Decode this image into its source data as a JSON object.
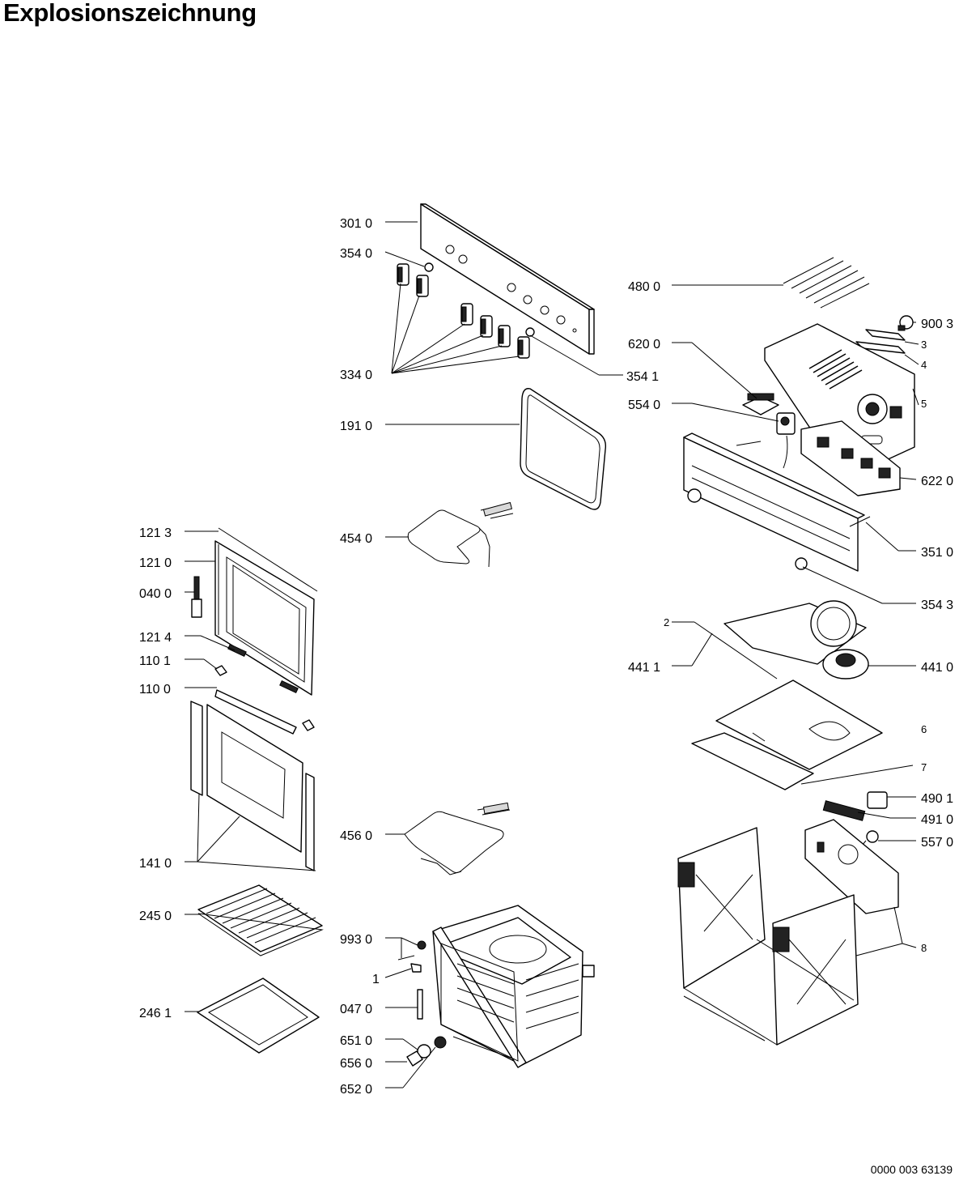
{
  "title": "Explosionszeichnung",
  "document_number": "0000 003 63139",
  "labels": {
    "l3010": "301 0",
    "l3540": "354 0",
    "l3340": "334 0",
    "l3541": "354 1",
    "l1910": "191 0",
    "l4540": "454 0",
    "l4560": "456 0",
    "l9930": "993 0",
    "l1": "1",
    "l0470": "047 0",
    "l6510": "651 0",
    "l6560": "656 0",
    "l6520": "652 0",
    "l1213": "121 3",
    "l1210": "121 0",
    "l0400": "040 0",
    "l1214": "121 4",
    "l1101": "110 1",
    "l1100": "110 0",
    "l1410": "141 0",
    "l2450": "245 0",
    "l2461": "246 1",
    "l4800": "480 0",
    "l9003": "900 3",
    "l3": "3",
    "l4": "4",
    "l6200": "620 0",
    "l5540": "554 0",
    "l5": "5",
    "l6220": "622 0",
    "l3510": "351 0",
    "l3543": "354 3",
    "l2": "2",
    "l4411": "441 1",
    "l4410": "441 0",
    "l6": "6",
    "l7": "7",
    "l4901": "490 1",
    "l4910": "491 0",
    "l5570": "557 0",
    "l8": "8"
  }
}
